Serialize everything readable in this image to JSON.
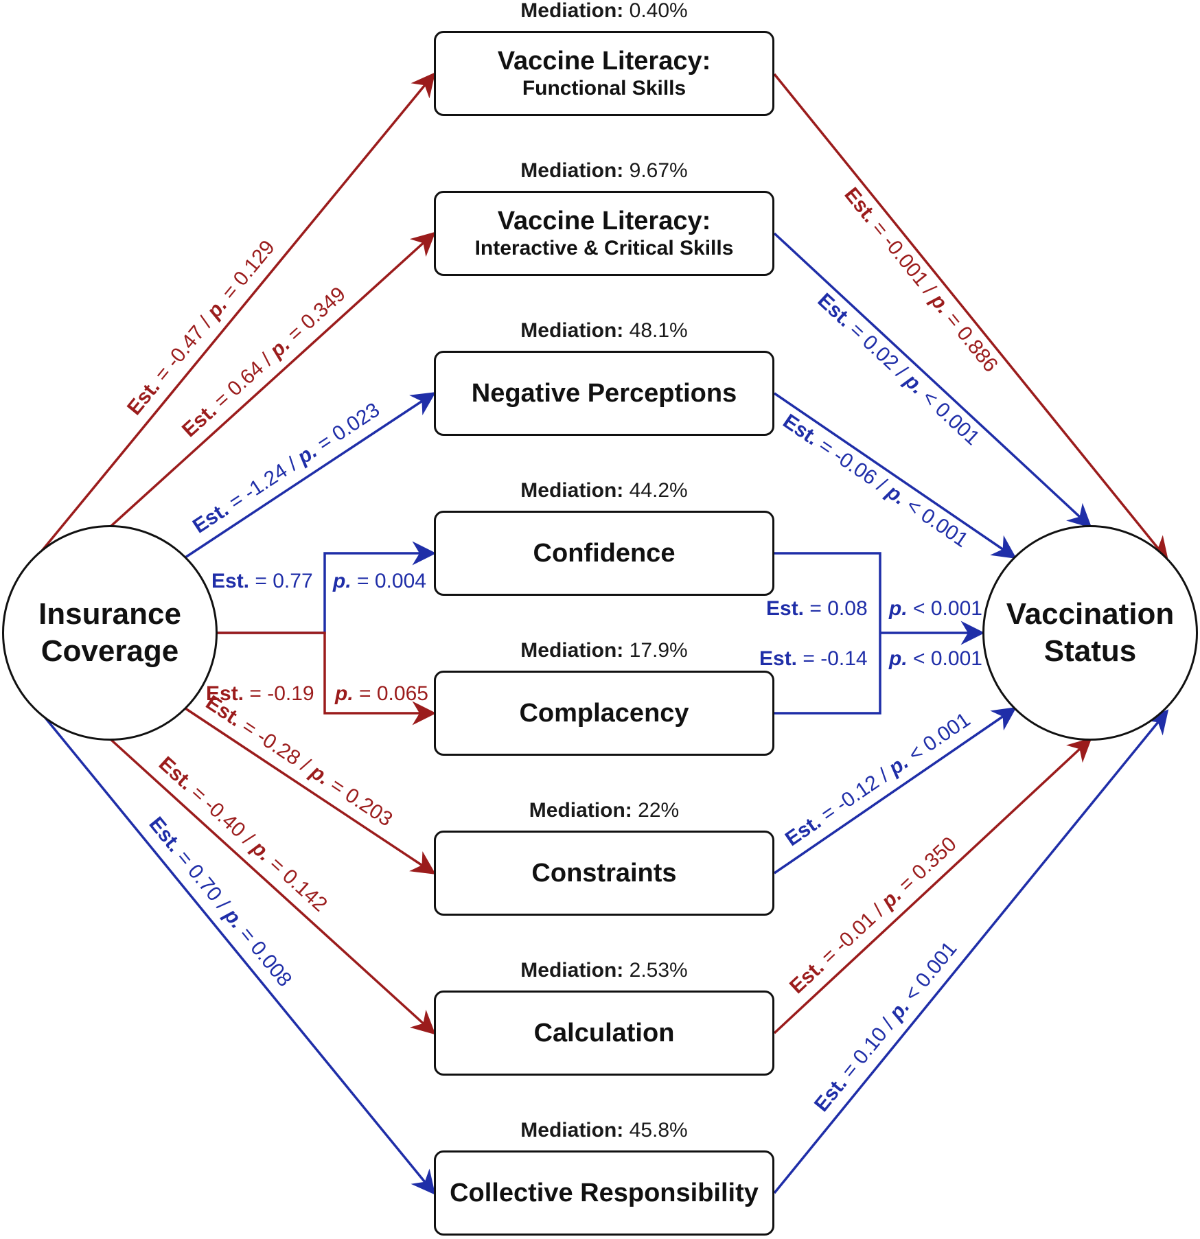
{
  "diagram": {
    "source": {
      "label": "Insurance Coverage"
    },
    "target": {
      "label": "Vaccination Status"
    },
    "colors": {
      "negative": "#9b1c1c",
      "positive": "#1f2ea8"
    },
    "mediation_label": "Mediation:",
    "est_label": "Est.",
    "p_label": "p.",
    "mediators": [
      {
        "name": "Vaccine Literacy:",
        "subname": "Functional Skills",
        "mediation": "0.40%"
      },
      {
        "name": "Vaccine Literacy:",
        "subname": "Interactive & Critical Skills",
        "mediation": "9.67%"
      },
      {
        "name": "Negative Perceptions",
        "subname": "",
        "mediation": "48.1%"
      },
      {
        "name": "Confidence",
        "subname": "",
        "mediation": "44.2%"
      },
      {
        "name": "Complacency",
        "subname": "",
        "mediation": "17.9%"
      },
      {
        "name": "Constraints",
        "subname": "",
        "mediation": "22%"
      },
      {
        "name": "Calculation",
        "subname": "",
        "mediation": "2.53%"
      },
      {
        "name": "Collective Responsibility",
        "subname": "",
        "mediation": "45.8%"
      }
    ],
    "paths_a": [
      {
        "est": "-0.47",
        "p": "= 0.129",
        "color": "red"
      },
      {
        "est": "0.64",
        "p": "= 0.349",
        "color": "red"
      },
      {
        "est": "-1.24",
        "p": "= 0.023",
        "color": "blue"
      },
      {
        "est": "0.77",
        "p": "= 0.004",
        "color": "blue"
      },
      {
        "est": "-0.19",
        "p": "= 0.065",
        "color": "red"
      },
      {
        "est": "-0.28",
        "p": "= 0.203",
        "color": "red"
      },
      {
        "est": "-0.40",
        "p": "= 0.142",
        "color": "red"
      },
      {
        "est": "0.70",
        "p": "= 0.008",
        "color": "blue"
      }
    ],
    "paths_b": [
      {
        "est": "-0.001",
        "p": "= 0.886",
        "color": "red"
      },
      {
        "est": "0.02",
        "p": "< 0.001",
        "color": "blue"
      },
      {
        "est": "-0.06",
        "p": "< 0.001",
        "color": "blue"
      },
      {
        "est": "0.08",
        "p": "< 0.001",
        "color": "blue"
      },
      {
        "est": "-0.14",
        "p": "< 0.001",
        "color": "blue"
      },
      {
        "est": "-0.12",
        "p": "< 0.001",
        "color": "blue"
      },
      {
        "est": "-0.01",
        "p": "= 0.350",
        "color": "red"
      },
      {
        "est": "0.10",
        "p": "< 0.001",
        "color": "blue"
      }
    ]
  }
}
